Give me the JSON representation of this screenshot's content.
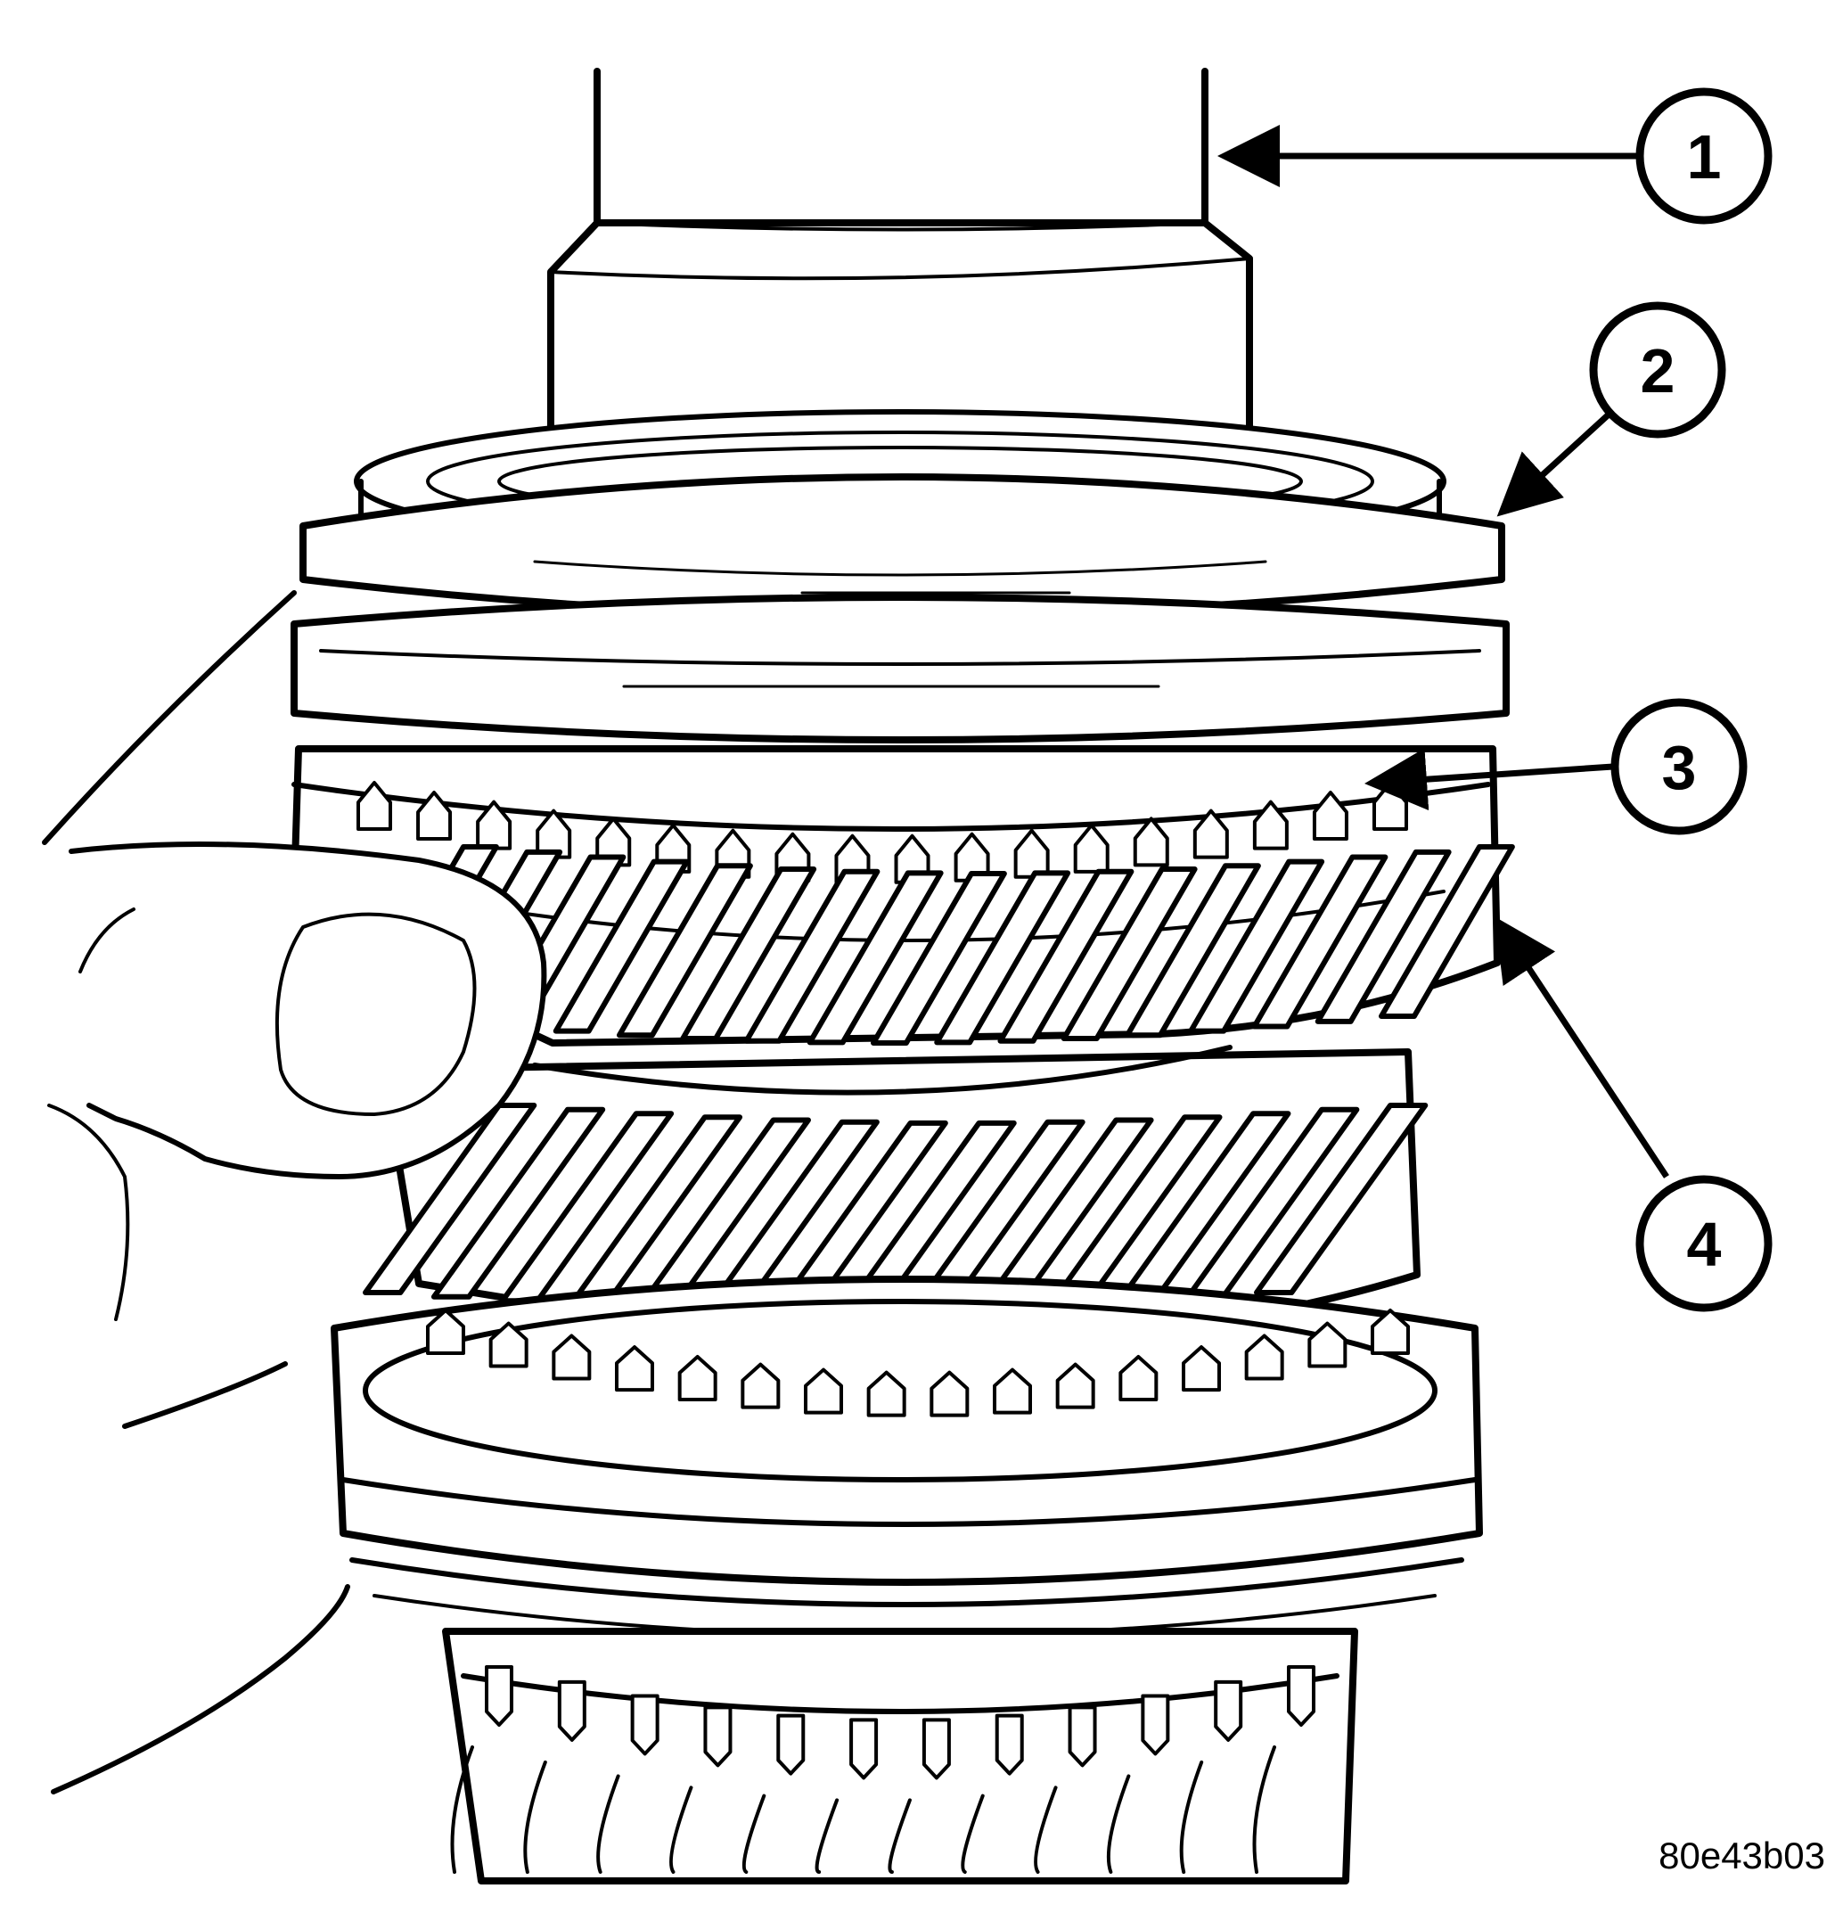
{
  "figure_id": "80e43b03",
  "callouts": [
    {
      "label": "1",
      "target": "shaft"
    },
    {
      "label": "2",
      "target": "synchronizer ring"
    },
    {
      "label": "3",
      "target": "synchronizer teeth"
    },
    {
      "label": "4",
      "target": "gear"
    }
  ],
  "colors": {
    "line": "#000000",
    "background": "#ffffff"
  }
}
